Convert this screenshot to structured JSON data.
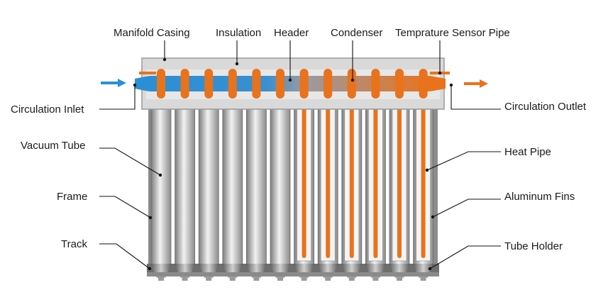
{
  "labels": {
    "manifold_casing": "Manifold Casing",
    "insulation": "Insulation",
    "header": "Header",
    "condenser": "Condenser",
    "temp_sensor_pipe": "Temprature Sensor Pipe",
    "circulation_inlet": "Circulation Inlet",
    "circulation_outlet": "Circulation Outlet",
    "vacuum_tube": "Vacuum Tube",
    "heat_pipe": "Heat Pipe",
    "frame": "Frame",
    "aluminum_fins": "Aluminum Fins",
    "track": "Track",
    "tube_holder": "Tube Holder"
  },
  "colors": {
    "header_cold": "#2b8fd6",
    "header_hot": "#e8731c",
    "heat_pipe": "#e8731c",
    "casing": "#d9d9d9",
    "tube_light": "#e9e9e9",
    "tube_dark": "#7a7a7a"
  },
  "tube_count": 12
}
